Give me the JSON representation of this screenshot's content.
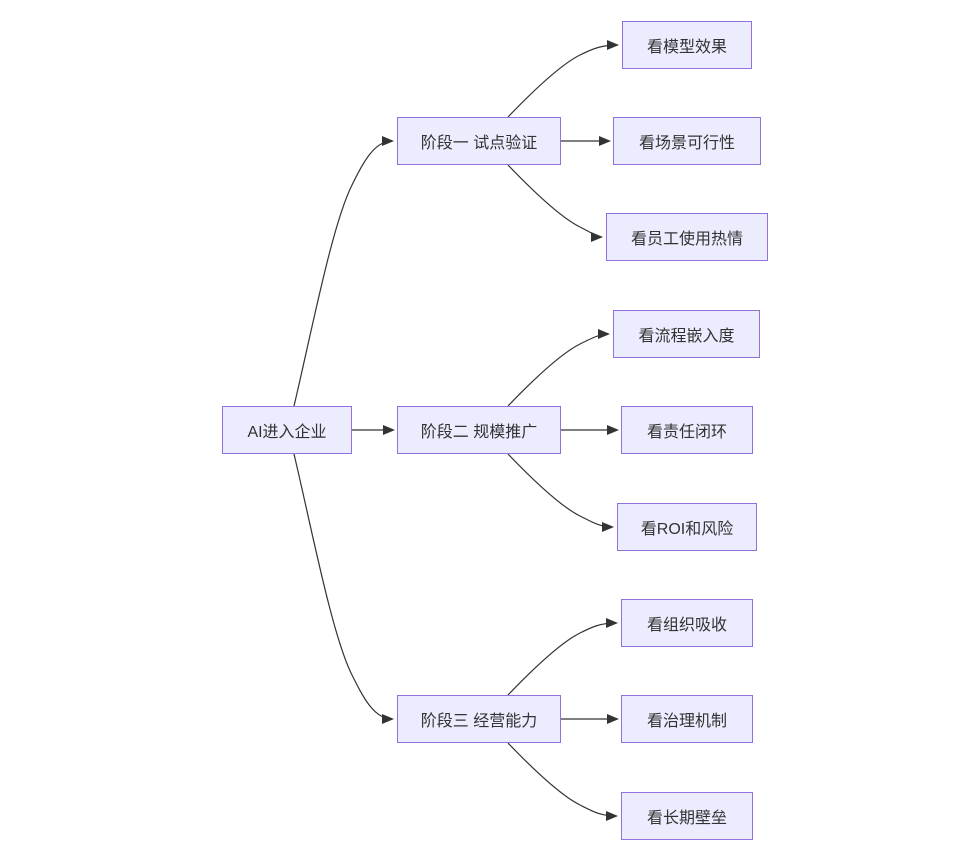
{
  "diagram": {
    "type": "flowchart",
    "direction": "left-to-right",
    "colors": {
      "background": "#ffffff",
      "node_fill": "#ECECFF",
      "node_border": "#9370DB",
      "edge": "#333333",
      "text": "#333333"
    },
    "nodes": {
      "root": {
        "label": "AI进入企业"
      },
      "phase1": {
        "label": "阶段一 试点验证"
      },
      "phase2": {
        "label": "阶段二 规模推广"
      },
      "phase3": {
        "label": "阶段三 经营能力"
      },
      "model_effect": {
        "label": "看模型效果"
      },
      "scenario_feasibility": {
        "label": "看场景可行性"
      },
      "employee_enthusiasm": {
        "label": "看员工使用热情"
      },
      "process_embedding": {
        "label": "看流程嵌入度"
      },
      "responsibility_loop": {
        "label": "看责任闭环"
      },
      "roi_risk": {
        "label": "看ROI和风险"
      },
      "org_absorption": {
        "label": "看组织吸收"
      },
      "governance_mechanism": {
        "label": "看治理机制"
      },
      "longterm_barrier": {
        "label": "看长期壁垒"
      }
    },
    "edges": [
      {
        "from": "root",
        "to": "phase1"
      },
      {
        "from": "root",
        "to": "phase2"
      },
      {
        "from": "root",
        "to": "phase3"
      },
      {
        "from": "phase1",
        "to": "model_effect"
      },
      {
        "from": "phase1",
        "to": "scenario_feasibility"
      },
      {
        "from": "phase1",
        "to": "employee_enthusiasm"
      },
      {
        "from": "phase2",
        "to": "process_embedding"
      },
      {
        "from": "phase2",
        "to": "responsibility_loop"
      },
      {
        "from": "phase2",
        "to": "roi_risk"
      },
      {
        "from": "phase3",
        "to": "org_absorption"
      },
      {
        "from": "phase3",
        "to": "governance_mechanism"
      },
      {
        "from": "phase3",
        "to": "longterm_barrier"
      }
    ]
  }
}
